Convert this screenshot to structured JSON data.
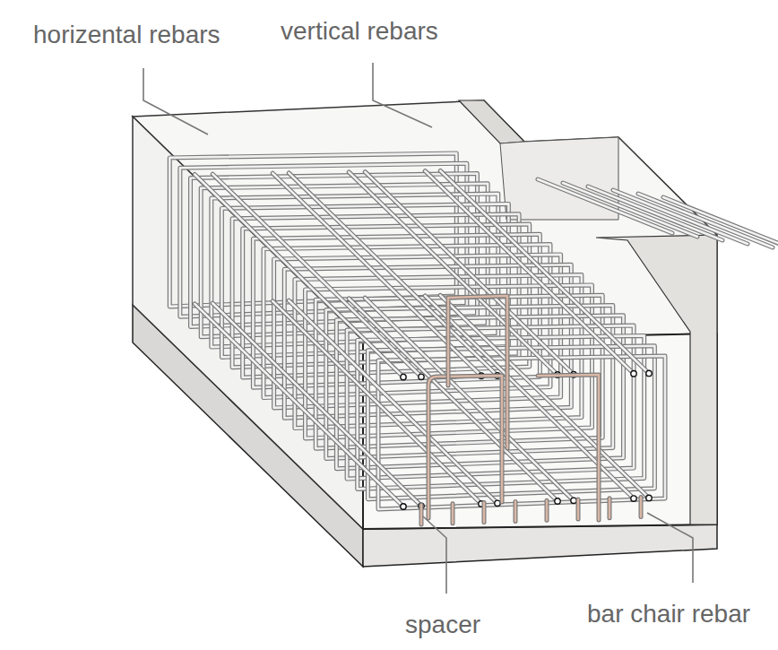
{
  "diagram": {
    "labels": [
      "horizental rebars",
      "vertical rebars",
      "spacer",
      "bar chair rebar"
    ]
  }
}
